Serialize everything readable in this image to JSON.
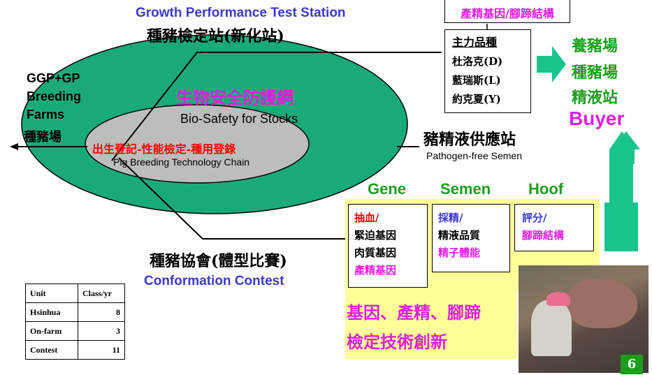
{
  "colors": {
    "outer_ellipse": "#1aaa7a",
    "inner_ellipse": "#bdbdbd",
    "accent_blue": "#3a3acd",
    "accent_magenta": "#e01fe0",
    "accent_green": "#1c9e1c",
    "accent_red": "#ff0000",
    "arrow_teal": "#19c38e",
    "yellow_panel": "#ffff99"
  },
  "station": {
    "title_en": "Growth Performance Test Station",
    "title_zh": "種豬檢定站(新化站)"
  },
  "top_box": {
    "label": "產精基因/腳蹄結構"
  },
  "breeds": {
    "heading": "主力品種",
    "items": [
      "杜洛克(D)",
      "藍瑞斯(L)",
      "約克夏(Y)"
    ]
  },
  "buyer": {
    "items": [
      "養豬場",
      "種豬場",
      "精液站"
    ],
    "label": "Buyer"
  },
  "farms": {
    "lines": [
      "GGP+GP",
      "Breeding",
      "Farms"
    ],
    "zh": "種豬場"
  },
  "outer": {
    "zh": "生物安全防護網",
    "en": "Bio-Safety for Stocks"
  },
  "inner": {
    "zh": "出生登記-性能檢定-種用登錄",
    "en": "Pig Breeding Technology Chain"
  },
  "semen_station": {
    "zh": "豬精液供應站",
    "en": "Pathogen-free Semen"
  },
  "categories": [
    {
      "name": "Gene",
      "head": "抽血/",
      "lines": [
        "緊迫基因",
        "肉質基因"
      ],
      "highlight": "產精基因"
    },
    {
      "name": "Semen",
      "head": "採精/",
      "lines": [
        "精液品質"
      ],
      "highlight": "精子體能"
    },
    {
      "name": "Hoof",
      "head": "評分/",
      "lines": [],
      "highlight": "腳蹄結構"
    }
  ],
  "association": {
    "zh": "種豬協會(體型比賽)",
    "en": "Conformation Contest"
  },
  "innovation": [
    "基因、產精、腳蹄",
    "檢定技術創新"
  ],
  "units_table": {
    "headers": [
      "Unit",
      "Class/yr"
    ],
    "rows": [
      [
        "Hsinhua",
        "8"
      ],
      [
        "On-farm",
        "3"
      ],
      [
        "Contest",
        "11"
      ]
    ]
  },
  "page_number": "6"
}
